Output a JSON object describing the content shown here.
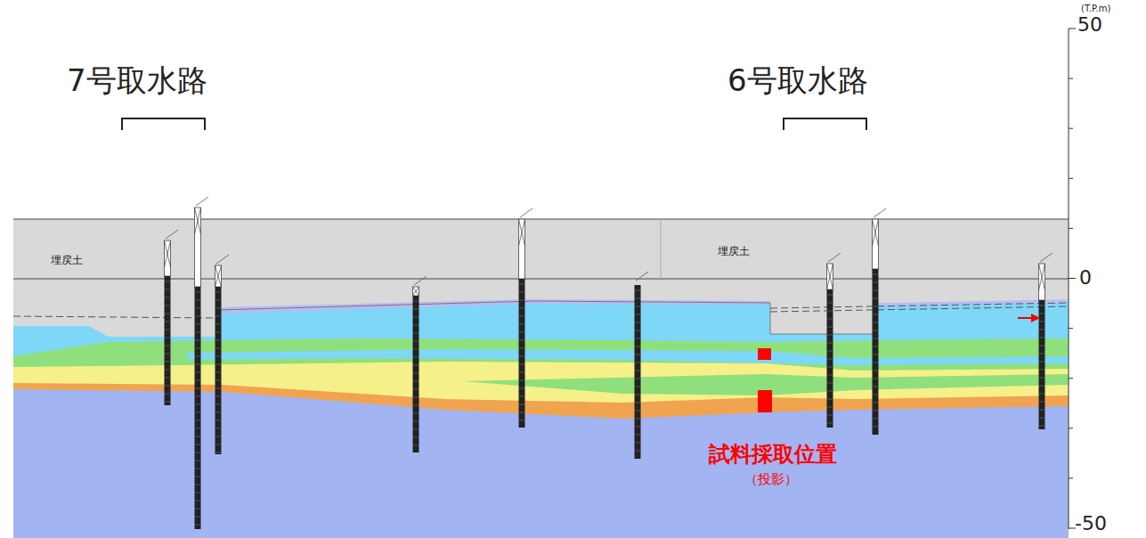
{
  "diagram": {
    "labels": [
      "7号取水路",
      "6号取水路",
      "(T.P.m)",
      "50",
      "埋戻土",
      "埋戻土",
      "0",
      "試料採取位置",
      "（投影）",
      "-50"
    ]
  }
}
